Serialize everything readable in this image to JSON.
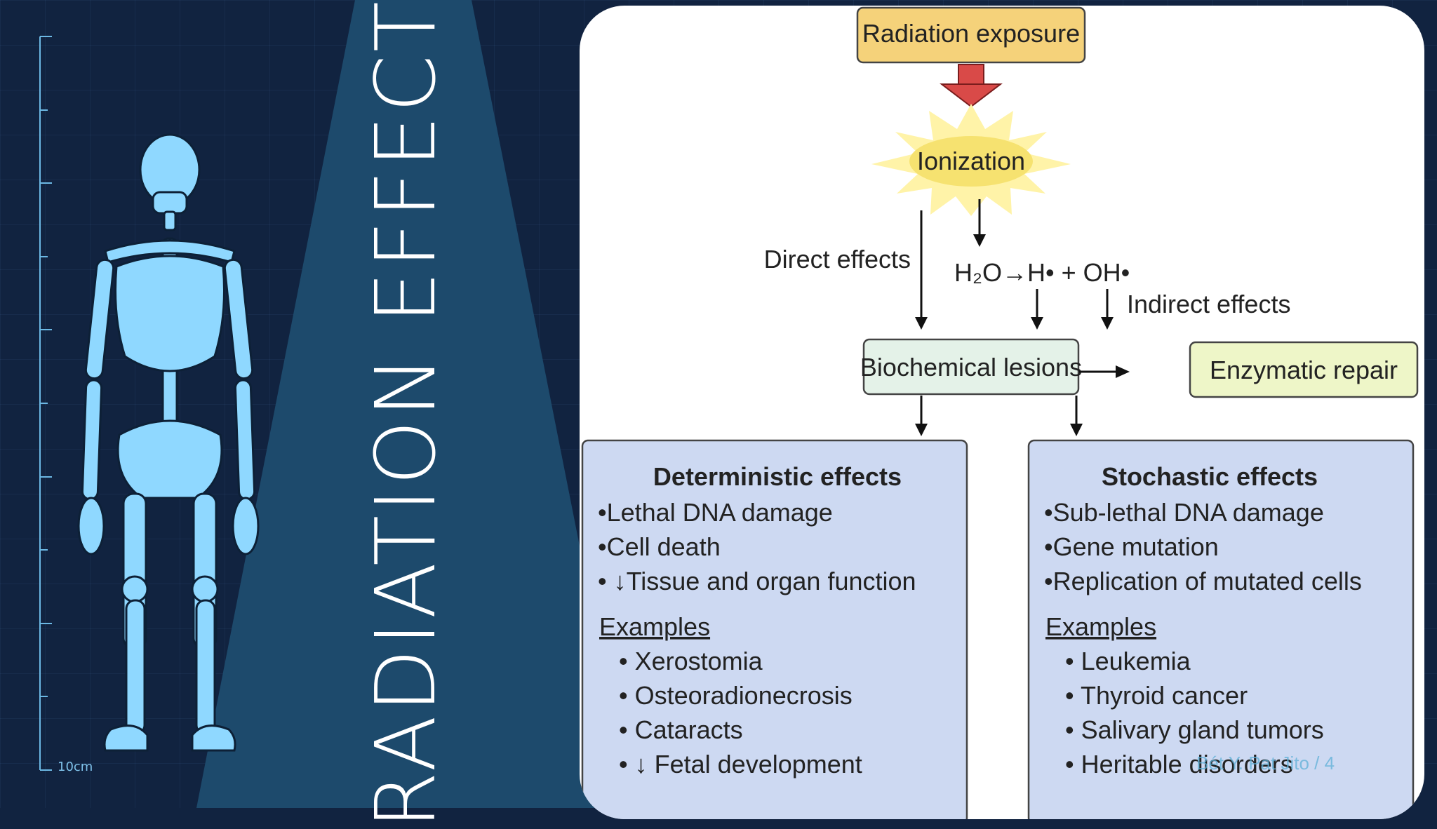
{
  "title": "RADIATION EFFECT",
  "ruler": {
    "label": "10cm"
  },
  "footer": {
    "text": "Bét Y. Pat Jito /  4"
  },
  "colors": {
    "background": "#112340",
    "beam": "#1d4a6c",
    "skeleton": "#8fd8ff",
    "exposure_box": "#f5d27a",
    "lesion_box": "#e4f2e8",
    "repair_box": "#eef6c8",
    "effects_box": "#cdd9f2",
    "arrow_red": "#d94a48"
  },
  "diagram": {
    "radiation_exposure": "Radiation exposure",
    "ionization": "Ionization",
    "direct_effects": "Direct effects",
    "h2o_equation": "H₂O→H• + OH•",
    "indirect_effects": "Indirect effects",
    "biochemical_lesions": "Biochemical lesions",
    "enzymatic_repair": "Enzymatic repair",
    "deterministic": {
      "title": "Deterministic effects",
      "bullets": [
        "Lethal DNA damage",
        "Cell death",
        "↓Tissue and organ function"
      ],
      "examples_label": "Examples",
      "examples": [
        "Xerostomia",
        "Osteoradionecrosis",
        "Cataracts",
        "↓ Fetal development"
      ]
    },
    "stochastic": {
      "title": "Stochastic effects",
      "bullets": [
        "Sub-lethal DNA damage",
        "Gene mutation",
        "Replication of mutated cells"
      ],
      "examples_label": "Examples",
      "examples": [
        "Leukemia",
        "Thyroid cancer",
        "Salivary gland tumors",
        "Heritable disorders"
      ]
    }
  }
}
